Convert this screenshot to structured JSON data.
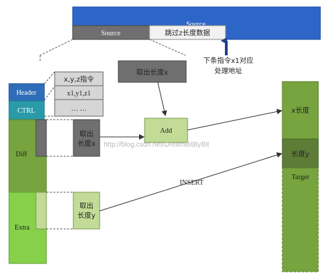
{
  "source": {
    "bar_label": "Source",
    "sub_label": "Source",
    "skip_label": "跳过z长度数据"
  },
  "next_pointer": {
    "line1": "下条指令x1对应",
    "line2": "处理地址"
  },
  "take_len_x_top": "取出长度x",
  "instruction_list": {
    "items": [
      "x,y,z指令",
      "x1,y1,z1",
      "… …"
    ]
  },
  "patch_file": {
    "header": "Header",
    "ctrl": "CTRL",
    "diff": "Diff",
    "extra": "Extra"
  },
  "take_len_x_mid": [
    "取出",
    "长度x"
  ],
  "take_len_y": [
    "取出",
    "长度y"
  ],
  "add_label": "Add",
  "insert_label": "INSERT",
  "watermark": "http://blog.csdn.net/DreamBitByBit",
  "target": {
    "x_len": "x长度",
    "y_len": "长度y",
    "target": "Target"
  },
  "colors": {
    "source_blue": "#2e66c8",
    "header_blue": "#2f6db8",
    "ctrl_teal": "#2a9aa8",
    "diff_green": "#77a43f",
    "extra_green": "#86d04a",
    "light_green": "#c2dc97",
    "dark_green": "#5d7d36",
    "gray_dark": "#6f6f6f",
    "gray_light": "#d6d6d6"
  }
}
